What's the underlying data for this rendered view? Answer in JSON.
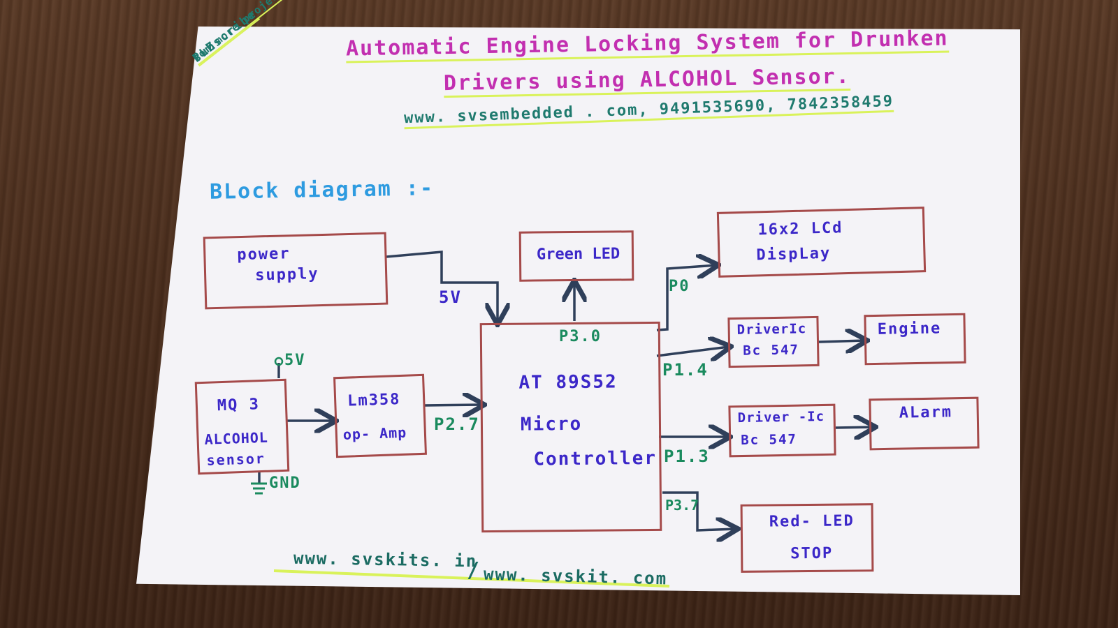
{
  "note": {
    "line1": "PLZ",
    "line2": "subscribe",
    "line3": "for more projects"
  },
  "title": {
    "line1": "Automatic Engine Locking System for Drunken",
    "line2": "Drivers using ALCOHOL Sensor."
  },
  "contact": "www. svsembedded . com, 9491535690, 7842358459",
  "section_header": "BLock diagram :-",
  "blocks": {
    "power_supply": [
      "power",
      "supply"
    ],
    "green_led": "Green LED",
    "lcd": [
      "16x2 LCd",
      "DispLay"
    ],
    "mcu": [
      "AT 89S52",
      "Micro",
      "Controller"
    ],
    "driver1": [
      "DriverIc",
      "Bc 547"
    ],
    "engine": "Engine",
    "driver2": [
      "Driver -Ic",
      "Bc 547"
    ],
    "alarm": "ALarm",
    "sensor": [
      "MQ 3",
      "ALCOHOL",
      "sensor"
    ],
    "opamp": [
      "Lm358",
      "op- Amp"
    ],
    "red_led": [
      "Red- LED",
      "STOP"
    ]
  },
  "labels": {
    "power_5v": "5V",
    "sensor_vcc": "5V",
    "gnd": "GND",
    "p3_0": "P3.0",
    "p0": "P0",
    "p1_4": "P1.4",
    "p2_7": "P2.7",
    "p1_3": "P1.3",
    "p3_7": "P3.7"
  },
  "footer": {
    "site1": "www. svskits. in",
    "separator": "/",
    "site2": "www. svskit. com"
  },
  "colors": {
    "paper": "#f4f3f7",
    "title": "#c22fb0",
    "box_border": "#a54a4a",
    "block_text": "#3b27c8",
    "pin_text": "#1a8a5e",
    "header": "#2e9be0",
    "arrow": "#2f3f5a",
    "highlight": "#d9f25a"
  }
}
